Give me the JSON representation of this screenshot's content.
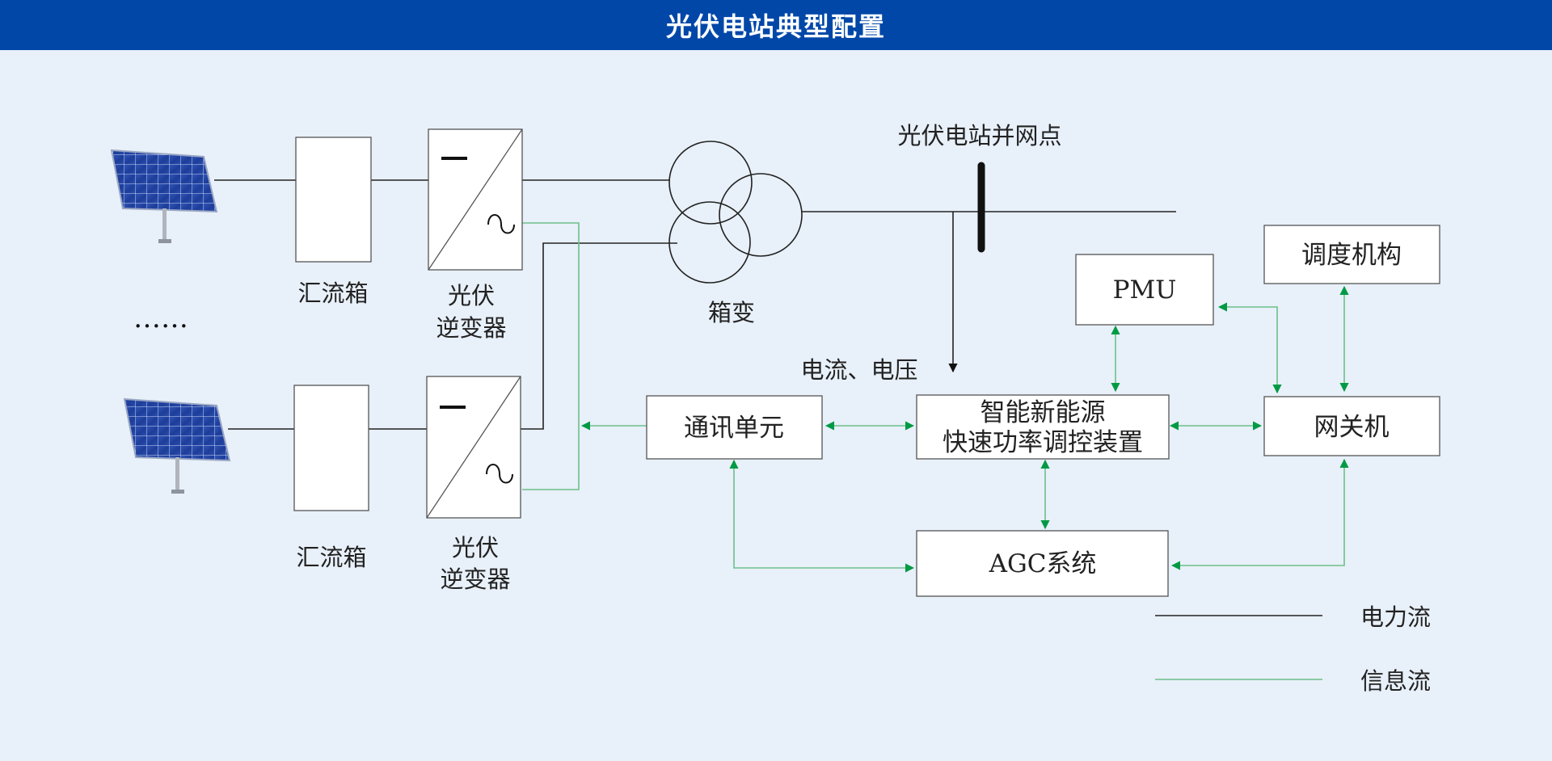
{
  "header": {
    "title": "光伏电站典型配置"
  },
  "labels": {
    "combiner_1": "汇流箱",
    "combiner_2": "汇流箱",
    "inverter_1_line1": "光伏",
    "inverter_1_line2": "逆变器",
    "inverter_2_line1": "光伏",
    "inverter_2_line2": "逆变器",
    "transformer": "箱变",
    "grid_point": "光伏电站并网点",
    "measurement": "电流、电压",
    "ellipsis": "……"
  },
  "boxes": {
    "comm_unit": "通讯单元",
    "controller_line1": "智能新能源",
    "controller_line2": "快速功率调控装置",
    "pmu": "PMU",
    "dispatch": "调度机构",
    "gateway": "网关机",
    "agc": "AGC系统"
  },
  "legend": {
    "power_flow": "电力流",
    "info_flow": "信息流"
  },
  "colors": {
    "header_bg": "#0047a8",
    "background": "#e8f0f9",
    "power_line": "#222222",
    "info_line": "#6cc08a",
    "arrow": "#009a44"
  }
}
